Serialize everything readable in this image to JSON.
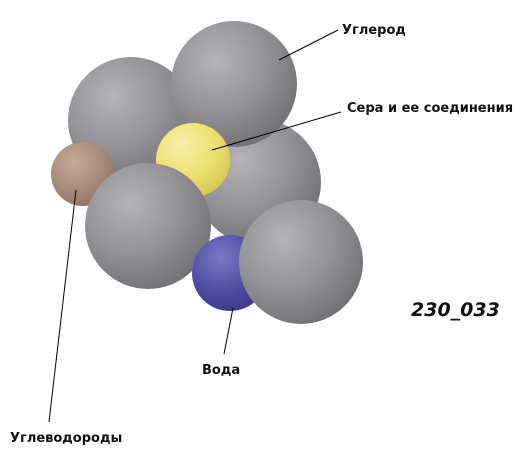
{
  "figure": {
    "code": "230_033",
    "labels": {
      "carbon": "Углерод",
      "sulfur": "Сера и ее соединения",
      "water": "Вода",
      "hydrocarbons": "Углеводороды"
    }
  },
  "colors": {
    "carbon": "#8e8e90",
    "sulfur": "#efe074",
    "water": "#4b4aa0",
    "hydrocarbons": "#a88a78"
  }
}
